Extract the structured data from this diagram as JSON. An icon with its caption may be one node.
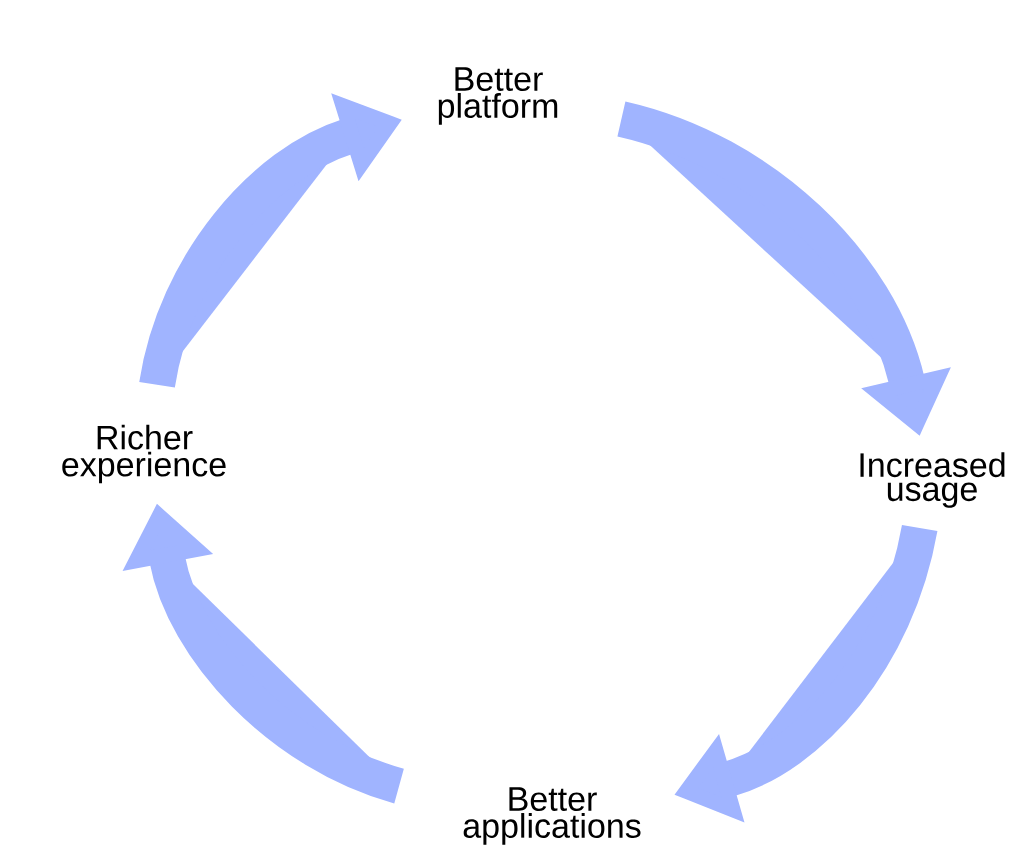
{
  "diagram": {
    "nodes": [
      {
        "text": [
          "Better platform"
        ]
      },
      {
        "text": [
          "Increased usage"
        ]
      },
      {
        "text": [
          "Better applications"
        ]
      },
      {
        "text": [
          "Richer experience"
        ]
      }
    ],
    "edges": [
      {
        "from": 0,
        "to": 1,
        "arrow": "to"
      },
      {
        "from": 1,
        "to": 2,
        "arrow": "to"
      },
      {
        "from": 2,
        "to": 3,
        "arrow": "to"
      },
      {
        "from": 3,
        "to": 0,
        "arrow": "to"
      }
    ]
  }
}
